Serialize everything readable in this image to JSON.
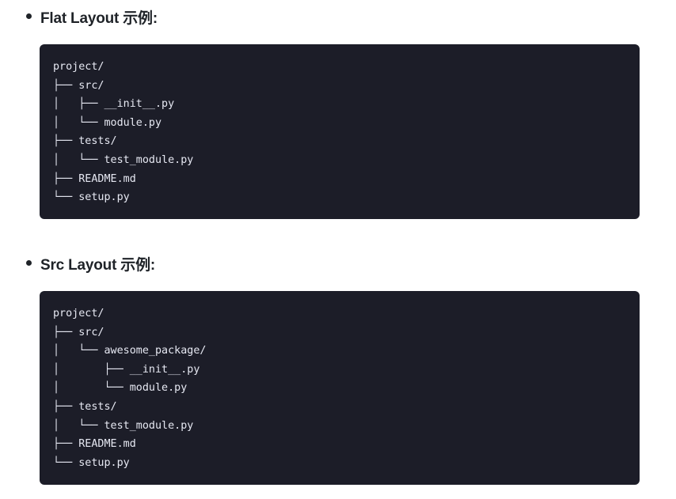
{
  "sections": [
    {
      "heading": "Flat Layout 示例:",
      "code_lines": [
        "project/",
        "├── src/",
        "│   ├── __init__.py",
        "│   └── module.py",
        "├── tests/",
        "│   └── test_module.py",
        "├── README.md",
        "└── setup.py"
      ]
    },
    {
      "heading": "Src Layout 示例:",
      "code_lines": [
        "project/",
        "├── src/",
        "│   └── awesome_package/",
        "│       ├── __init__.py",
        "│       └── module.py",
        "├── tests/",
        "│   └── test_module.py",
        "├── README.md",
        "└── setup.py"
      ]
    }
  ],
  "colors": {
    "code_background": "#1c1d28",
    "code_text": "#e6e8f2",
    "heading_text": "#1f2328"
  }
}
